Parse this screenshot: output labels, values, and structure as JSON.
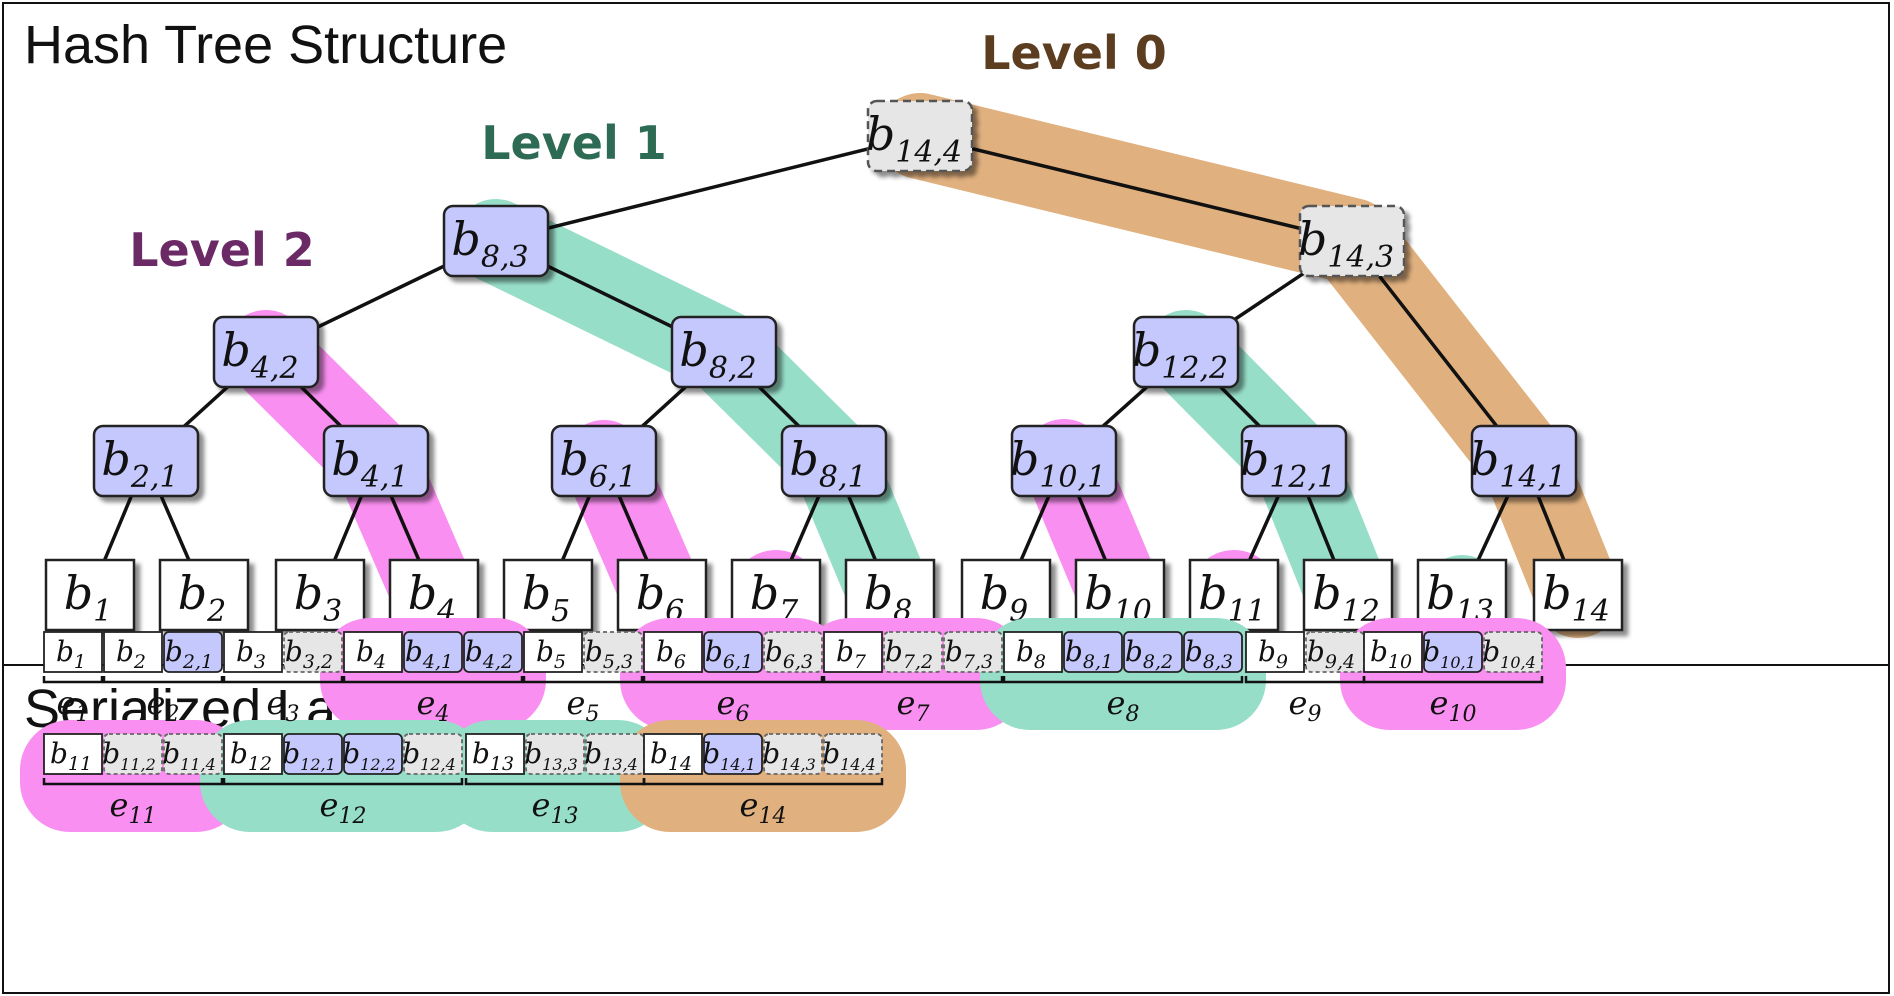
{
  "tree_section": {
    "title": "Hash Tree Structure",
    "level_labels": [
      {
        "text": "Level 0",
        "color": "#5c3d1f"
      },
      {
        "text": "Level 1",
        "color": "#2e6b55"
      },
      {
        "text": "Level 2",
        "color": "#6b2a66"
      }
    ],
    "nodes": [
      {
        "id": "b14_4",
        "label": "b",
        "sub": "14,4",
        "kind": "root"
      },
      {
        "id": "b8_3",
        "label": "b",
        "sub": "8,3",
        "kind": "hash"
      },
      {
        "id": "b14_3",
        "label": "b",
        "sub": "14,3",
        "kind": "virtual"
      },
      {
        "id": "b4_2",
        "label": "b",
        "sub": "4,2",
        "kind": "hash"
      },
      {
        "id": "b8_2",
        "label": "b",
        "sub": "8,2",
        "kind": "hash"
      },
      {
        "id": "b12_2",
        "label": "b",
        "sub": "12,2",
        "kind": "hash"
      },
      {
        "id": "b2_1",
        "label": "b",
        "sub": "2,1",
        "kind": "hash"
      },
      {
        "id": "b4_1",
        "label": "b",
        "sub": "4,1",
        "kind": "hash"
      },
      {
        "id": "b6_1",
        "label": "b",
        "sub": "6,1",
        "kind": "hash"
      },
      {
        "id": "b8_1",
        "label": "b",
        "sub": "8,1",
        "kind": "hash"
      },
      {
        "id": "b10_1",
        "label": "b",
        "sub": "10,1",
        "kind": "hash"
      },
      {
        "id": "b12_1",
        "label": "b",
        "sub": "12,1",
        "kind": "hash"
      },
      {
        "id": "b14_1",
        "label": "b",
        "sub": "14,1",
        "kind": "hash"
      },
      {
        "id": "b1",
        "label": "b",
        "sub": "1",
        "kind": "leaf"
      },
      {
        "id": "b2",
        "label": "b",
        "sub": "2",
        "kind": "leaf"
      },
      {
        "id": "b3",
        "label": "b",
        "sub": "3",
        "kind": "leaf"
      },
      {
        "id": "b4",
        "label": "b",
        "sub": "4",
        "kind": "leaf"
      },
      {
        "id": "b5",
        "label": "b",
        "sub": "5",
        "kind": "leaf"
      },
      {
        "id": "b6",
        "label": "b",
        "sub": "6",
        "kind": "leaf"
      },
      {
        "id": "b7",
        "label": "b",
        "sub": "7",
        "kind": "leaf"
      },
      {
        "id": "b8",
        "label": "b",
        "sub": "8",
        "kind": "leaf"
      },
      {
        "id": "b9",
        "label": "b",
        "sub": "9",
        "kind": "leaf"
      },
      {
        "id": "b10",
        "label": "b",
        "sub": "10",
        "kind": "leaf"
      },
      {
        "id": "b11",
        "label": "b",
        "sub": "11",
        "kind": "leaf"
      },
      {
        "id": "b12",
        "label": "b",
        "sub": "12",
        "kind": "leaf"
      },
      {
        "id": "b13",
        "label": "b",
        "sub": "13",
        "kind": "leaf"
      },
      {
        "id": "b14",
        "label": "b",
        "sub": "14",
        "kind": "leaf"
      }
    ],
    "edges": [
      [
        "b14_4",
        "b8_3"
      ],
      [
        "b14_4",
        "b14_3"
      ],
      [
        "b8_3",
        "b4_2"
      ],
      [
        "b8_3",
        "b8_2"
      ],
      [
        "b14_3",
        "b12_2"
      ],
      [
        "b14_3",
        "b14_1"
      ],
      [
        "b4_2",
        "b2_1"
      ],
      [
        "b4_2",
        "b4_1"
      ],
      [
        "b8_2",
        "b6_1"
      ],
      [
        "b8_2",
        "b8_1"
      ],
      [
        "b12_2",
        "b10_1"
      ],
      [
        "b12_2",
        "b12_1"
      ],
      [
        "b2_1",
        "b1"
      ],
      [
        "b2_1",
        "b2"
      ],
      [
        "b4_1",
        "b3"
      ],
      [
        "b4_1",
        "b4"
      ],
      [
        "b6_1",
        "b5"
      ],
      [
        "b6_1",
        "b6"
      ],
      [
        "b8_1",
        "b7"
      ],
      [
        "b8_1",
        "b8"
      ],
      [
        "b10_1",
        "b9"
      ],
      [
        "b10_1",
        "b10"
      ],
      [
        "b12_1",
        "b11"
      ],
      [
        "b12_1",
        "b12"
      ],
      [
        "b14_1",
        "b13"
      ],
      [
        "b14_1",
        "b14"
      ]
    ]
  },
  "layout_section": {
    "title": "Serialized Layout",
    "entries": [
      {
        "label": "e",
        "sub": "1",
        "level": "none",
        "items": [
          {
            "sub": "1",
            "kind": "leaf"
          }
        ]
      },
      {
        "label": "e",
        "sub": "2",
        "level": "none",
        "items": [
          {
            "sub": "2",
            "kind": "leaf"
          },
          {
            "sub": "2,1",
            "kind": "hash"
          }
        ]
      },
      {
        "label": "e",
        "sub": "3",
        "level": "none",
        "items": [
          {
            "sub": "3",
            "kind": "leaf"
          },
          {
            "sub": "3,2",
            "kind": "virtual"
          }
        ]
      },
      {
        "label": "e",
        "sub": "4",
        "level": "level2",
        "items": [
          {
            "sub": "4",
            "kind": "leaf"
          },
          {
            "sub": "4,1",
            "kind": "hash"
          },
          {
            "sub": "4,2",
            "kind": "hash"
          }
        ]
      },
      {
        "label": "e",
        "sub": "5",
        "level": "none",
        "items": [
          {
            "sub": "5",
            "kind": "leaf"
          },
          {
            "sub": "5,3",
            "kind": "virtual"
          }
        ]
      },
      {
        "label": "e",
        "sub": "6",
        "level": "level2",
        "items": [
          {
            "sub": "6",
            "kind": "leaf"
          },
          {
            "sub": "6,1",
            "kind": "hash"
          },
          {
            "sub": "6,3",
            "kind": "virtual"
          }
        ]
      },
      {
        "label": "e",
        "sub": "7",
        "level": "level2",
        "items": [
          {
            "sub": "7",
            "kind": "leaf"
          },
          {
            "sub": "7,2",
            "kind": "virtual"
          },
          {
            "sub": "7,3",
            "kind": "virtual"
          }
        ]
      },
      {
        "label": "e",
        "sub": "8",
        "level": "level1",
        "items": [
          {
            "sub": "8",
            "kind": "leaf"
          },
          {
            "sub": "8,1",
            "kind": "hash"
          },
          {
            "sub": "8,2",
            "kind": "hash"
          },
          {
            "sub": "8,3",
            "kind": "hash"
          }
        ]
      },
      {
        "label": "e",
        "sub": "9",
        "level": "none",
        "items": [
          {
            "sub": "9",
            "kind": "leaf"
          },
          {
            "sub": "9,4",
            "kind": "virtual"
          }
        ]
      },
      {
        "label": "e",
        "sub": "10",
        "level": "level2",
        "items": [
          {
            "sub": "10",
            "kind": "leaf"
          },
          {
            "sub": "10,1",
            "kind": "hash"
          },
          {
            "sub": "10,4",
            "kind": "virtual"
          }
        ]
      },
      {
        "label": "e",
        "sub": "11",
        "level": "level2",
        "items": [
          {
            "sub": "11",
            "kind": "leaf"
          },
          {
            "sub": "11,2",
            "kind": "virtual"
          },
          {
            "sub": "11,4",
            "kind": "virtual"
          }
        ]
      },
      {
        "label": "e",
        "sub": "12",
        "level": "level1",
        "items": [
          {
            "sub": "12",
            "kind": "leaf"
          },
          {
            "sub": "12,1",
            "kind": "hash"
          },
          {
            "sub": "12,2",
            "kind": "hash"
          },
          {
            "sub": "12,4",
            "kind": "virtual"
          }
        ]
      },
      {
        "label": "e",
        "sub": "13",
        "level": "level1",
        "items": [
          {
            "sub": "13",
            "kind": "leaf"
          },
          {
            "sub": "13,3",
            "kind": "virtual"
          },
          {
            "sub": "13,4",
            "kind": "virtual"
          }
        ]
      },
      {
        "label": "e",
        "sub": "14",
        "level": "level0",
        "items": [
          {
            "sub": "14",
            "kind": "leaf"
          },
          {
            "sub": "14,1",
            "kind": "hash"
          },
          {
            "sub": "14,3",
            "kind": "virtual"
          },
          {
            "sub": "14,4",
            "kind": "virtual"
          }
        ]
      }
    ]
  },
  "colors": {
    "level0": "#e0b07e",
    "level1": "#97dec8",
    "level2": "#f98ff0",
    "hash_fill": "#c5c8fc",
    "virtual_fill": "#e6e6e6",
    "leaf_fill": "#ffffff",
    "line": "#111111"
  }
}
